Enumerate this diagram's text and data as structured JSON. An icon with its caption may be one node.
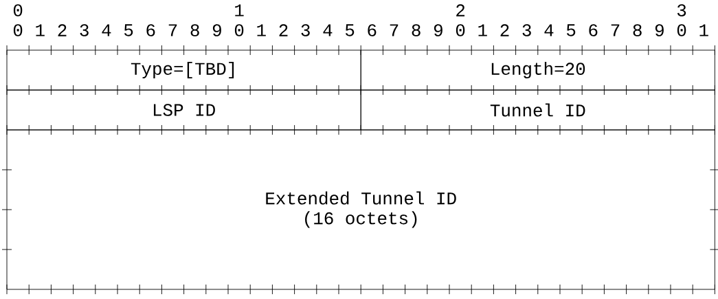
{
  "diagram": {
    "nodes": [
      {
        "text": [
          "Type=[TBD]"
        ]
      },
      {
        "text": [
          "Length=20"
        ]
      },
      {
        "text": [
          "LSP ID"
        ]
      },
      {
        "text": [
          "Tunnel ID"
        ]
      },
      {
        "text": [
          "Extended Tunnel ID",
          "(16 octets)"
        ]
      }
    ],
    "labels": [
      "0",
      "1",
      "2",
      "3",
      "0",
      "1",
      "2",
      "3",
      "4",
      "5",
      "6",
      "7",
      "8",
      "9",
      "0",
      "1",
      "2",
      "3",
      "4",
      "5",
      "6",
      "7",
      "8",
      "9",
      "0",
      "1",
      "2",
      "3",
      "4",
      "5",
      "6",
      "7",
      "8",
      "9",
      "0",
      "1"
    ]
  }
}
